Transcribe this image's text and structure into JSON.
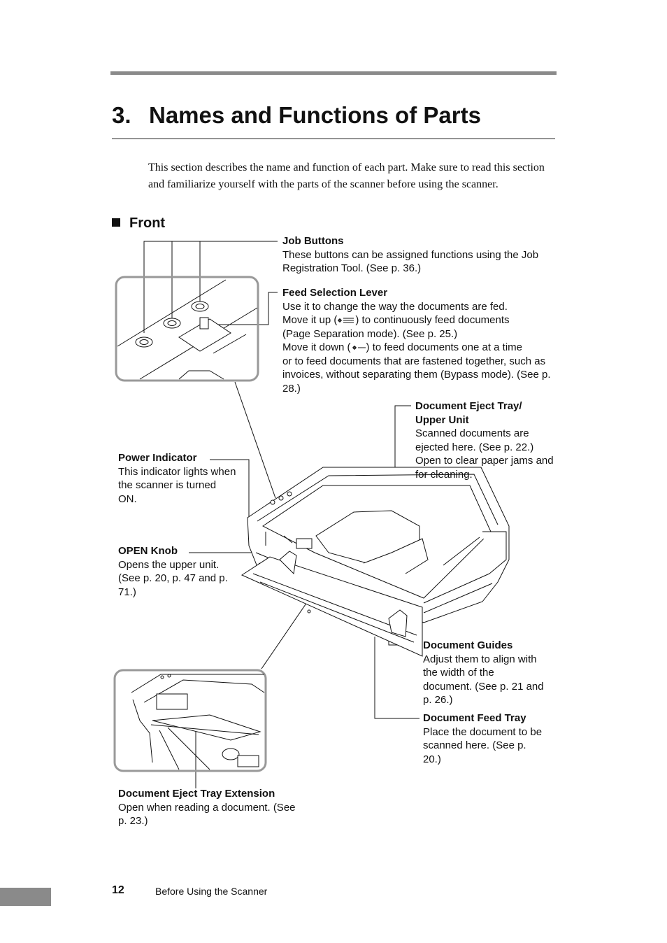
{
  "chapter": {
    "number": "3.",
    "title": "Names and Functions of Parts"
  },
  "intro": "This section describes the name and function of each part. Make sure to read this section and familiarize yourself with the parts of the scanner before using the scanner.",
  "section": {
    "title": "Front"
  },
  "callouts": {
    "job_buttons": {
      "head": "Job Buttons",
      "body": "These buttons can be assigned functions using the Job Registration Tool. (See p. 36.)"
    },
    "feed_lever": {
      "head": "Feed Selection Lever",
      "line1": "Use it to change the way the documents are fed.",
      "line2a": "Move it up (",
      "line2b": ") to continuously feed documents",
      "line3": "(Page Separation mode). (See p. 25.)",
      "line4a": "Move it down (",
      "line4b": ") to feed documents one at a time",
      "line5": "or to feed documents that are fastened together, such as invoices, without separating them (Bypass mode). (See p. 28.)"
    },
    "eject_tray": {
      "head1": "Document Eject Tray/",
      "head2": "Upper Unit",
      "body": "Scanned documents are ejected here. (See p. 22.) Open to clear paper jams and for cleaning."
    },
    "power_indicator": {
      "head": "Power Indicator",
      "body": "This indicator lights when the scanner is turned ON."
    },
    "open_knob": {
      "head": "OPEN Knob",
      "body": "Opens the upper unit. (See p. 20, p. 47 and p. 71.)"
    },
    "doc_guides": {
      "head": "Document Guides",
      "body": "Adjust them to align with the width of the document. (See p. 21 and p. 26.)"
    },
    "feed_tray": {
      "head": "Document Feed Tray",
      "body": "Place the document to be scanned here. (See p. 20.)"
    },
    "tray_extension": {
      "head": "Document Eject Tray Extension",
      "body": "Open when reading a document. (See p. 23.)"
    }
  },
  "footer": {
    "page": "12",
    "text": "Before Using the Scanner"
  },
  "icons": [
    "separation-mode-icon",
    "bypass-mode-icon",
    "section-square-icon"
  ]
}
